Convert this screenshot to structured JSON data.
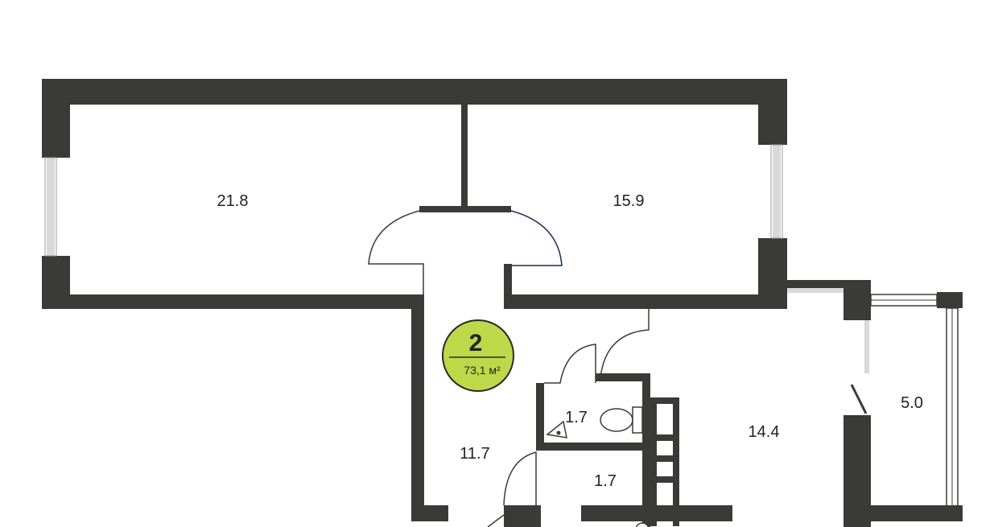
{
  "apartment": {
    "rooms_count": "2",
    "total_area": "73,1 м²",
    "badge_color": "#bfd849"
  },
  "rooms": [
    {
      "label": "21.8"
    },
    {
      "label": "15.9"
    },
    {
      "label": "11.7"
    },
    {
      "label": "1.7"
    },
    {
      "label": "1.7"
    },
    {
      "label": "14.4"
    },
    {
      "label": "5.0"
    }
  ],
  "colors": {
    "wall": "#3a3a38",
    "window": "#d9d9d9",
    "background": "#ffffff"
  }
}
